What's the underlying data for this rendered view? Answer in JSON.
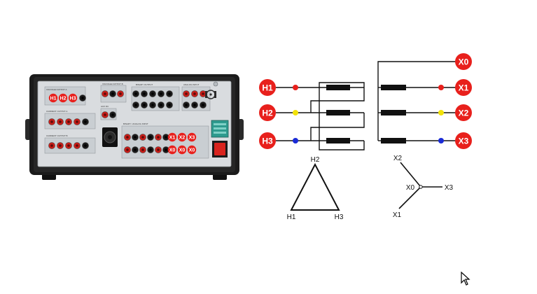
{
  "device": {
    "panels": {
      "voltage_output": "VOLTAGE OUTPUT A",
      "current_output_a": "CURRENT OUTPUT A",
      "current_output_b": "CURRENT OUTPUT B",
      "voltage_output_b": "VOLTAGE OUTPUT B",
      "aux_dc": "AUX DC",
      "binary_output": "BINARY OUTPUT",
      "analog_input": "ANALOG INPUT",
      "binary_analog_input": "BINARY / ANALOG INPUT"
    },
    "overlay_labels": [
      "H1",
      "H2",
      "H3",
      "X1",
      "X2",
      "X3",
      "X0",
      "X0",
      "X0"
    ]
  },
  "diagram": {
    "primary_terminals": [
      "H1",
      "H2",
      "H3"
    ],
    "secondary_terminals": [
      "X0",
      "X1",
      "X2",
      "X3"
    ],
    "delta": {
      "top": "H2",
      "left": "H1",
      "right": "H3"
    },
    "wye": {
      "center": "X0",
      "up": "X2",
      "right": "X3",
      "down": "X1"
    }
  },
  "colors": {
    "terminal": "#e8201c",
    "phase_1": "#e8201c",
    "phase_2": "#f2e20a",
    "phase_3": "#1a2bd6",
    "winding": "#111111",
    "device_body": "#1b1b1b",
    "panel": "#d9dcdf",
    "display": "#2e9a8e",
    "power_button": "#d9241e"
  },
  "icons": [
    "mouse-pointer-icon",
    "power-switch-icon",
    "brand-logo-icon"
  ]
}
